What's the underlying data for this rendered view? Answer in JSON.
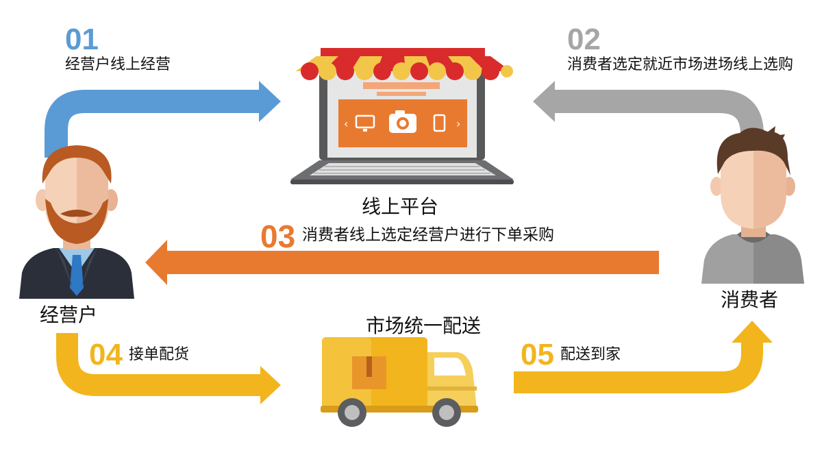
{
  "steps": [
    {
      "number": "01",
      "text": "经营户线上经营",
      "color": "#5b9bd5"
    },
    {
      "number": "02",
      "text": "消费者选定就近市场进场线上选购",
      "color": "#a6a6a6"
    },
    {
      "number": "03",
      "text": "消费者线上选定经营户进行下单采购",
      "color": "#e87a30"
    },
    {
      "number": "04",
      "text": "接单配货",
      "color": "#f2b51d"
    },
    {
      "number": "05",
      "text": "配送到家",
      "color": "#f2b51d"
    }
  ],
  "nodes": {
    "platform": "线上平台",
    "merchant": "经营户",
    "consumer": "消费者",
    "delivery": "市场统一配送"
  },
  "icons": {
    "platform": "laptop-shop-icon",
    "merchant": "merchant-man-icon",
    "consumer": "consumer-man-icon",
    "delivery": "delivery-truck-icon"
  }
}
